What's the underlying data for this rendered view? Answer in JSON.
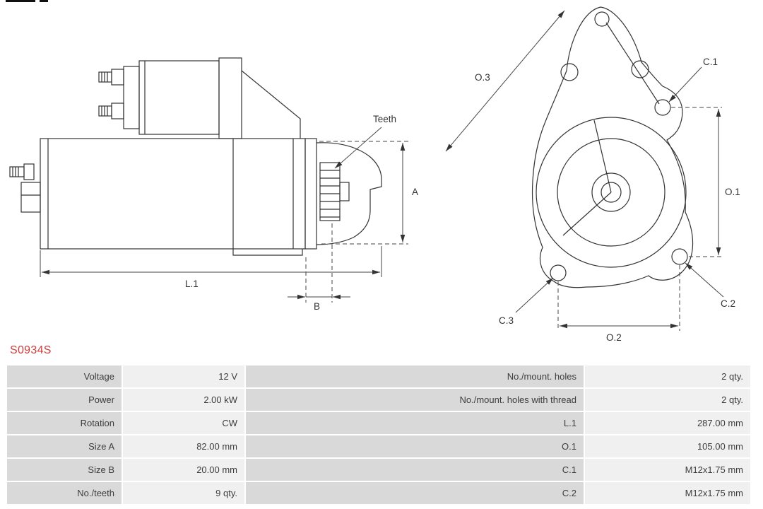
{
  "page": {
    "part_number": "S0934S",
    "colors": {
      "part_number": "#cc3b3b",
      "label_cell": "#d9d9d9",
      "value_cell": "#f0f0f0",
      "line_art": "#333333"
    }
  },
  "diagram": {
    "labels": {
      "teeth": "Teeth",
      "a": "A",
      "b": "B",
      "l1": "L.1",
      "o1": "O.1",
      "o2": "O.2",
      "o3": "O.3",
      "c1": "C.1",
      "c2": "C.2",
      "c3": "C.3"
    }
  },
  "specs": {
    "left": [
      {
        "label": "Voltage",
        "value": "12 V"
      },
      {
        "label": "Power",
        "value": "2.00 kW"
      },
      {
        "label": "Rotation",
        "value": "CW"
      },
      {
        "label": "Size A",
        "value": "82.00 mm"
      },
      {
        "label": "Size B",
        "value": "20.00 mm"
      },
      {
        "label": "No./teeth",
        "value": "9 qty."
      }
    ],
    "right": [
      {
        "label": "No./mount. holes",
        "value": "2 qty."
      },
      {
        "label": "No./mount. holes with thread",
        "value": "2 qty."
      },
      {
        "label": "L.1",
        "value": "287.00 mm"
      },
      {
        "label": "O.1",
        "value": "105.00 mm"
      },
      {
        "label": "C.1",
        "value": "M12x1.75 mm"
      },
      {
        "label": "C.2",
        "value": "M12x1.75 mm"
      }
    ]
  }
}
